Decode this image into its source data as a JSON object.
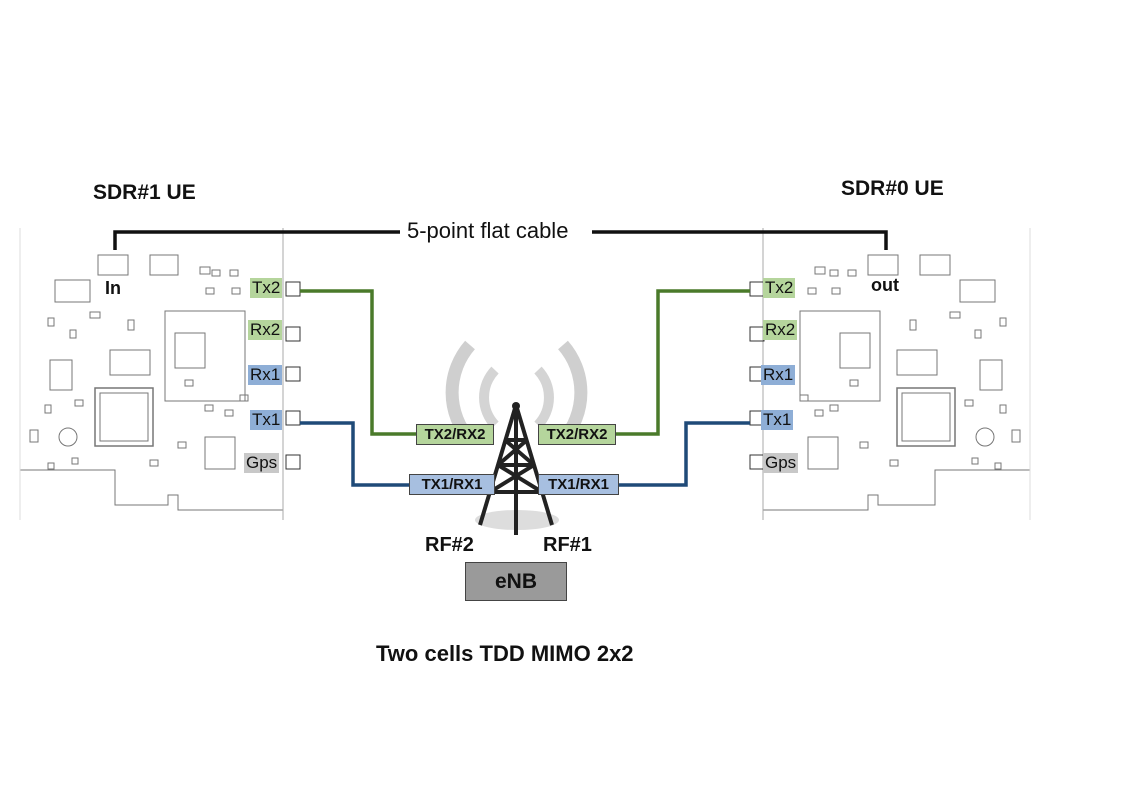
{
  "left_board": {
    "title": "SDR#1 UE",
    "connector_label": "In",
    "ports": [
      "Tx2",
      "Rx2",
      "Rx1",
      "Tx1",
      "Gps"
    ]
  },
  "right_board": {
    "title": "SDR#0  UE",
    "connector_label": "out",
    "ports": [
      "Tx2",
      "Rx2",
      "Rx1",
      "Tx1",
      "Gps"
    ]
  },
  "cable_label": "5-point flat cable",
  "rf_ports": {
    "left_tx2rx2": "TX2/RX2",
    "left_tx1rx1": "TX1/RX1",
    "right_tx2rx2": "TX2/RX2",
    "right_tx1rx1": "TX1/RX1"
  },
  "rf_names": {
    "rf2": "RF#2",
    "rf1": "RF#1"
  },
  "enb_label": "eNB",
  "caption": "Two cells TDD MIMO 2x2",
  "colors": {
    "green_cable": "#4a7a2a",
    "blue_cable": "#1f4a78",
    "port_green": "#b5d59c",
    "port_blue": "#8eaed6",
    "port_gray": "#c8c8c8",
    "enb": "#9a9a9a"
  }
}
